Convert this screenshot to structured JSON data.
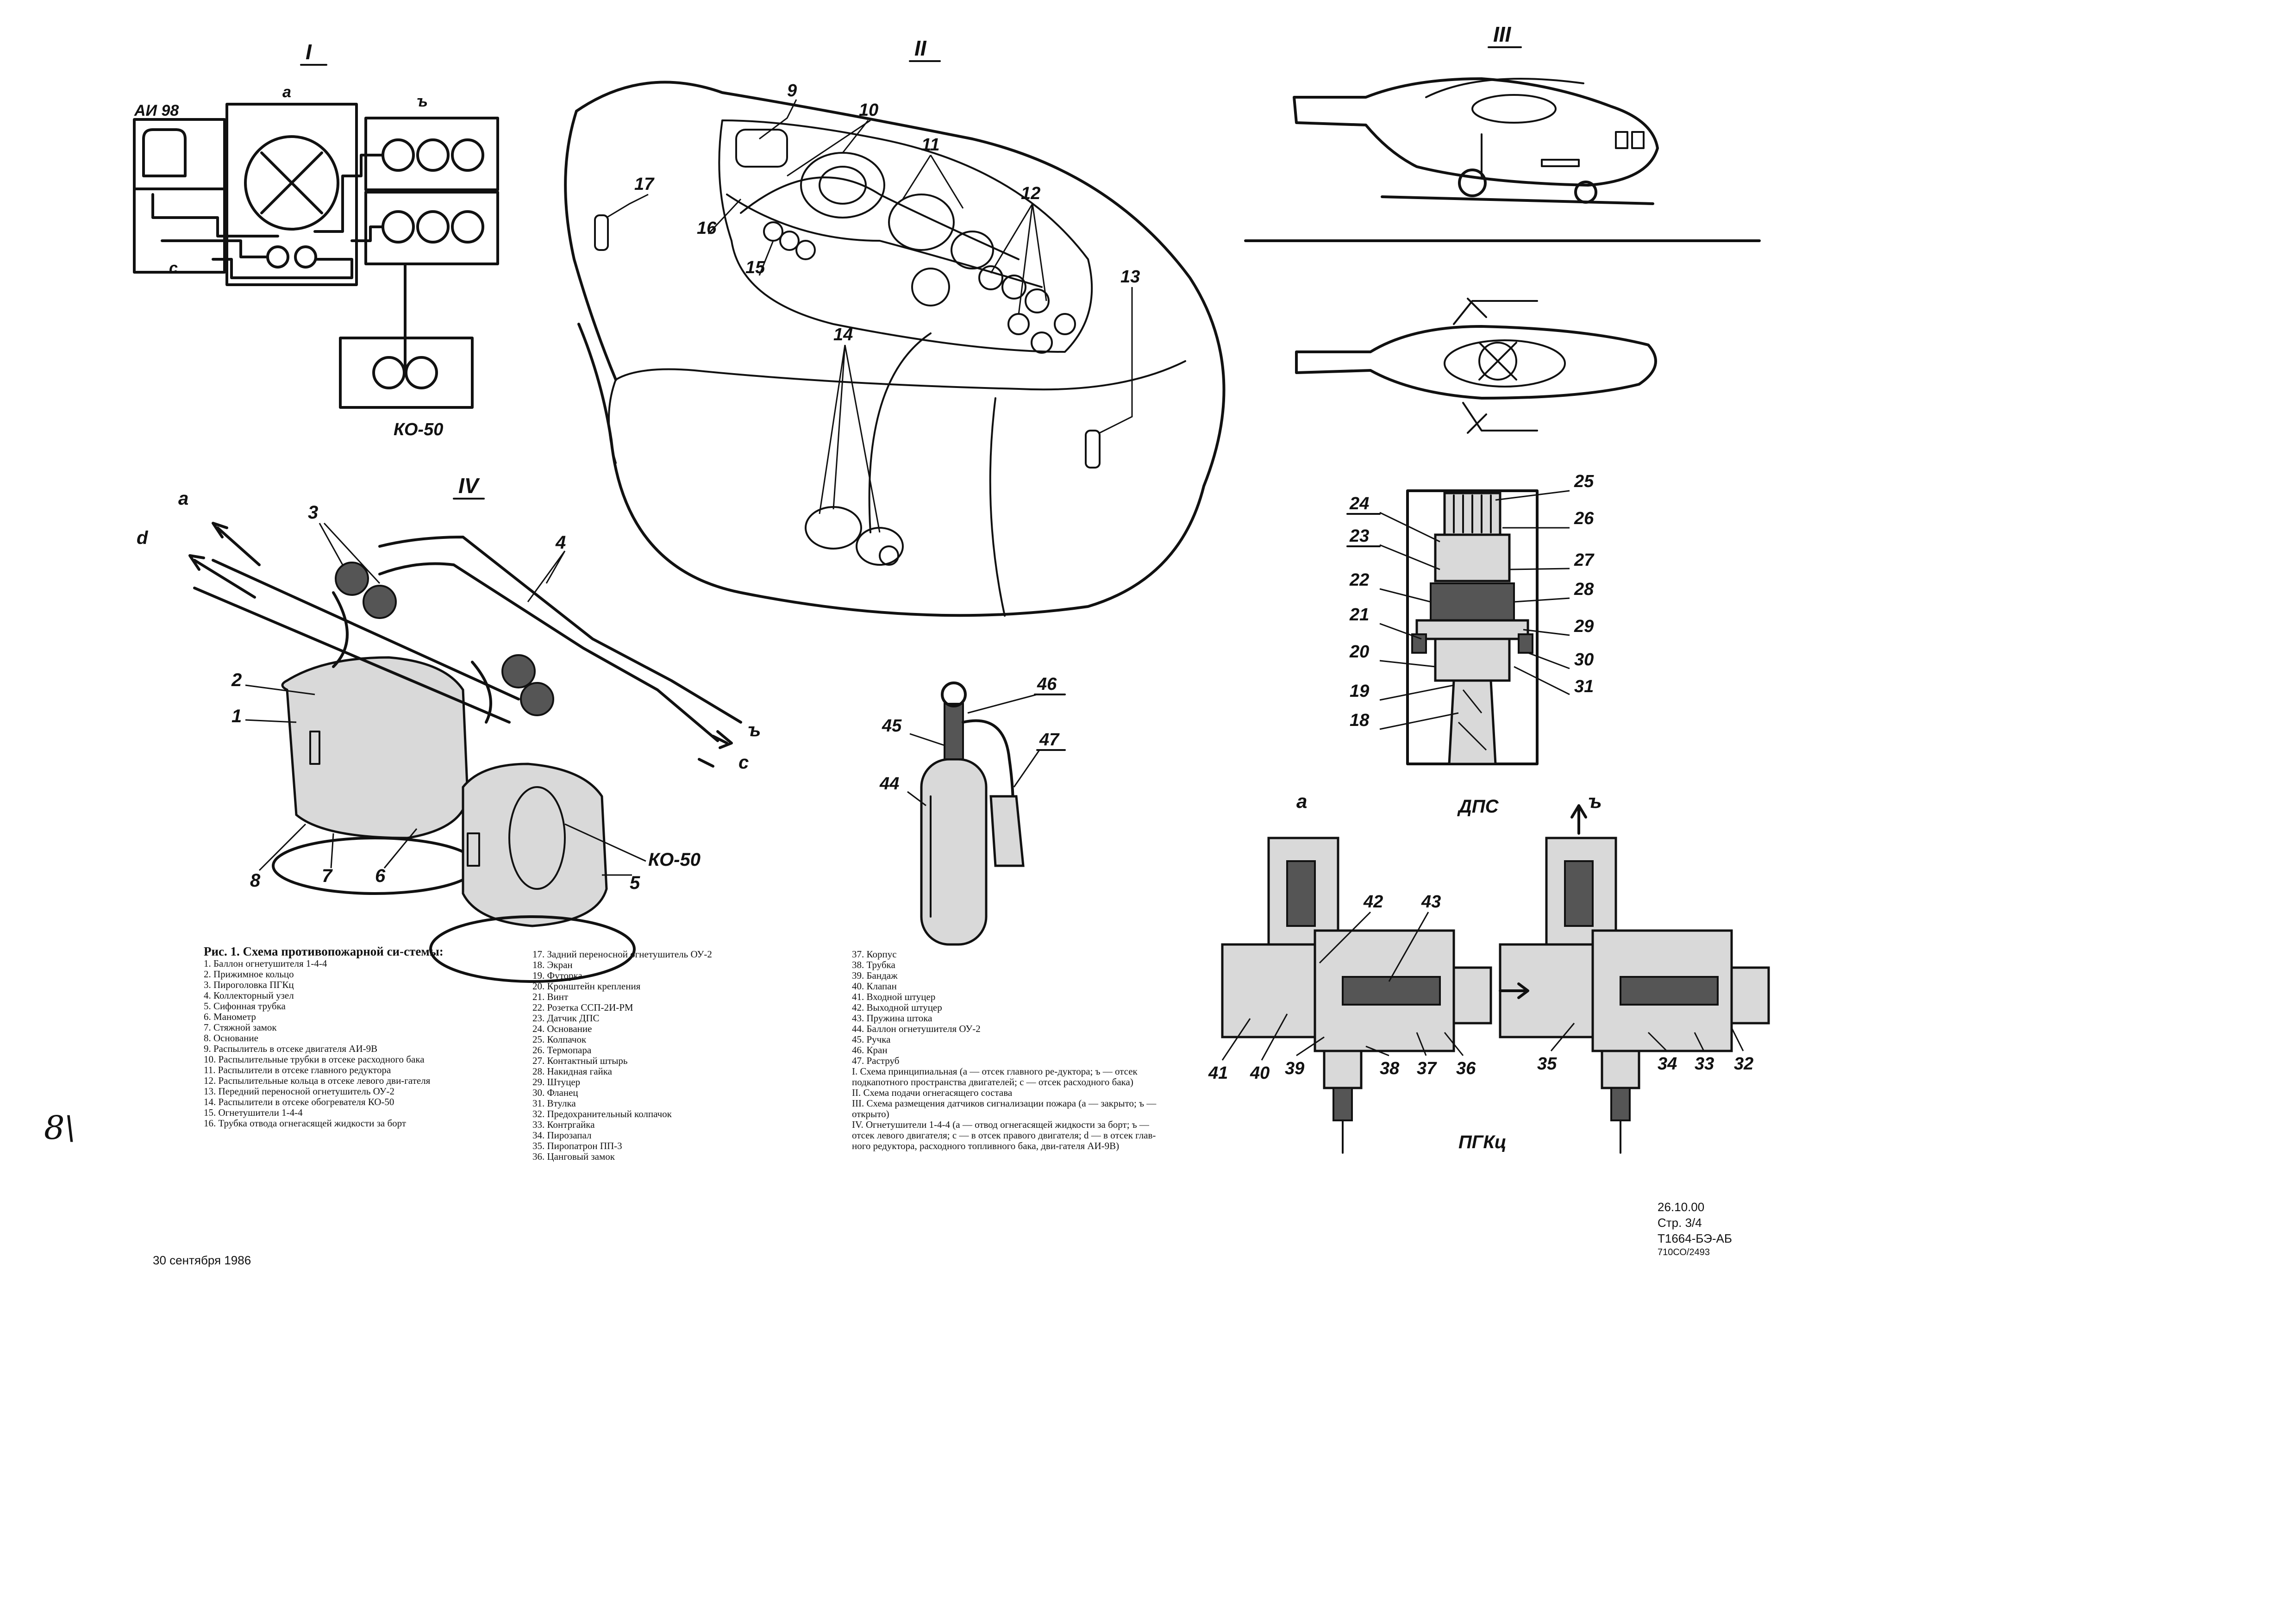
{
  "views": {
    "view_I": "I",
    "view_II": "II",
    "view_III": "III",
    "view_IV": "IV"
  },
  "schematic": {
    "ai98": "АИ 98",
    "a": "а",
    "b": "ъ",
    "c": "с",
    "ko50": "КО-50"
  },
  "view2_callouts": [
    "9",
    "10",
    "11",
    "16",
    "15",
    "12",
    "14",
    "13",
    "17"
  ],
  "view4_callouts": {
    "a": "а",
    "d": "d",
    "b": "ъ",
    "c": "с",
    "n1": "1",
    "n2": "2",
    "n3": "3",
    "n4": "4",
    "n5": "5",
    "n6": "6",
    "n7": "7",
    "n8": "8",
    "ko50": "КО-50"
  },
  "extinguisher_callouts": [
    "46",
    "45",
    "47",
    "44"
  ],
  "dps": {
    "caption": "ДПС",
    "callouts_left": [
      "24",
      "23",
      "22",
      "21",
      "20",
      "19",
      "18"
    ],
    "callouts_right": [
      "25",
      "26",
      "27",
      "28",
      "29",
      "30",
      "31"
    ]
  },
  "pgkc": {
    "caption": "ПГКц",
    "a": "а",
    "b": "ъ",
    "callouts_a": [
      "42",
      "43",
      "41",
      "40",
      "39",
      "38",
      "37",
      "36"
    ],
    "callouts_b": [
      "35",
      "34",
      "33",
      "32"
    ]
  },
  "margin_note": "8\\",
  "legend": {
    "title": "Рис. 1. Схема противопожарной си-стемы:",
    "col1": [
      "1. Баллон огнетушителя 1-4-4",
      "2. Прижимное кольцо",
      "3. Пироголовка ПГКц",
      "4. Коллекторный узел",
      "5. Сифонная трубка",
      "6. Манометр",
      "7. Стяжной замок",
      "8. Основание",
      "9. Распылитель в отсеке двигателя АИ-9В",
      "10. Распылительные трубки в отсеке расходного бака",
      "11. Распылители в отсеке главного редуктора",
      "12. Распылительные кольца в отсеке левого дви-гателя",
      "13. Передний переносной огнетушитель ОУ-2",
      "14. Распылители в отсеке обогревателя КО-50",
      "15. Огнетушители 1-4-4",
      "16. Трубка отвода огнегасящей жидкости за борт"
    ],
    "col2": [
      "17. Задний переносной огнетушитель ОУ-2",
      "18. Экран",
      "19. Футорка",
      "20. Кронштейн крепления",
      "21. Винт",
      "22. Розетка ССП-2И-РМ",
      "23. Датчик ДПС",
      "24. Основание",
      "25. Колпачок",
      "26. Термопара",
      "27. Контактный штырь",
      "28. Накидная гайка",
      "29. Штуцер",
      "30. Фланец",
      "31. Втулка",
      "32. Предохранительный колпачок",
      "33. Контргайка",
      "34. Пирозапал",
      "35. Пиропатрон ПП-3",
      "36. Цанговый замок"
    ],
    "col3": [
      "37. Корпус",
      "38. Трубка",
      "39. Бандаж",
      "40. Клапан",
      "41. Входной штуцер",
      "42. Выходной штуцер",
      "43. Пружина штока",
      "44. Баллон огнетушителя ОУ-2",
      "45. Ручка",
      "46. Кран",
      "47. Раструб"
    ],
    "col3_notes": [
      "I. Схема принципиальная (а — отсек главного ре-дуктора; ъ — отсек подкапотного пространства двигателей; с — отсек расходного бака)",
      "II. Схема подачи огнегасящего состава",
      "III. Схема размещения датчиков сигнализации пожара (а — закрыто; ъ — открыто)",
      "IV. Огнетушители 1-4-4 (а — отвод огнегасящей жидкости за борт; ъ — отсек левого двигателя; с — в отсек правого двигателя; d — в отсек глав-ного редуктора, расходного топливного бака, дви-гателя АИ-9В)"
    ]
  },
  "footer": {
    "date_left": "30 сентября 1986",
    "date_right": "26.10.00",
    "page": "Стр. 3/4",
    "doc": "Т1664-БЭ-АБ",
    "code": "710СО/2493"
  }
}
